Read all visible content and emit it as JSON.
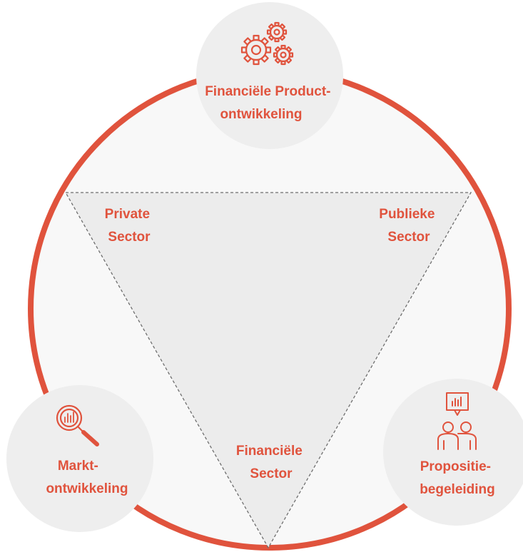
{
  "diagram": {
    "accent_color": "#e0533d",
    "nodes": {
      "top": {
        "icon": "gears-icon",
        "line1": "Financiële Product-",
        "line2": "ontwikkeling"
      },
      "left": {
        "icon": "magnifier-chart-icon",
        "line1": "Markt-",
        "line2": "ontwikkeling"
      },
      "right": {
        "icon": "people-presentation-icon",
        "line1": "Propositie-",
        "line2": "begeleiding"
      }
    },
    "triangle": {
      "top_left": {
        "line1": "Private",
        "line2": "Sector"
      },
      "top_right": {
        "line1": "Publieke",
        "line2": "Sector"
      },
      "bottom": {
        "line1": "Financiële",
        "line2": "Sector"
      }
    }
  }
}
